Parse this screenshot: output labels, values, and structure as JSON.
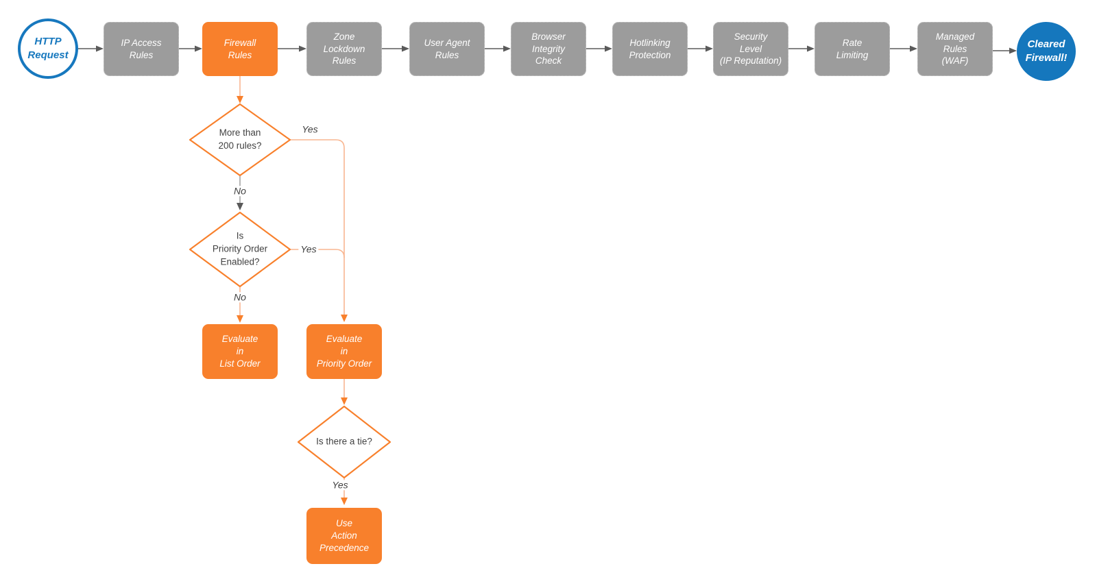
{
  "flow": {
    "start": {
      "label": "HTTP\nRequest"
    },
    "end": {
      "label": "Cleared\nFirewall!"
    },
    "stages": [
      {
        "id": "ip-access-rules",
        "label": "IP Access\nRules"
      },
      {
        "id": "firewall-rules",
        "label": "Firewall\nRules",
        "highlight": true
      },
      {
        "id": "zone-lockdown-rules",
        "label": "Zone\nLockdown\nRules"
      },
      {
        "id": "user-agent-rules",
        "label": "User Agent\nRules"
      },
      {
        "id": "browser-integrity-check",
        "label": "Browser\nIntegrity\nCheck"
      },
      {
        "id": "hotlinking-protection",
        "label": "Hotlinking\nProtection"
      },
      {
        "id": "security-level",
        "label": "Security\nLevel\n(IP Reputation)"
      },
      {
        "id": "rate-limiting",
        "label": "Rate\nLimiting"
      },
      {
        "id": "managed-rules-waf",
        "label": "Managed\nRules\n(WAF)"
      }
    ],
    "decisions": [
      {
        "id": "more-than-200-rules",
        "label": "More than\n200 rules?"
      },
      {
        "id": "priority-order-enabled",
        "label": "Is\nPriority Order\nEnabled?"
      },
      {
        "id": "is-there-a-tie",
        "label": "Is there a tie?"
      }
    ],
    "actions": [
      {
        "id": "evaluate-in-list-order",
        "label": "Evaluate\nin\nList Order"
      },
      {
        "id": "evaluate-in-priority-order",
        "label": "Evaluate\nin\nPriority Order"
      },
      {
        "id": "use-action-precedence",
        "label": "Use\nAction\nPrecedence"
      }
    ],
    "edge_labels": {
      "yes1": "Yes",
      "no1": "No",
      "yes2": "Yes",
      "no2": "No",
      "yes3": "Yes"
    },
    "colors": {
      "accent_orange": "#F8802C",
      "connector_orange": "#F9B691",
      "accent_blue": "#1577BD",
      "stage_gray": "#9C9C9C",
      "arrow_gray": "#5A5A5A"
    }
  }
}
